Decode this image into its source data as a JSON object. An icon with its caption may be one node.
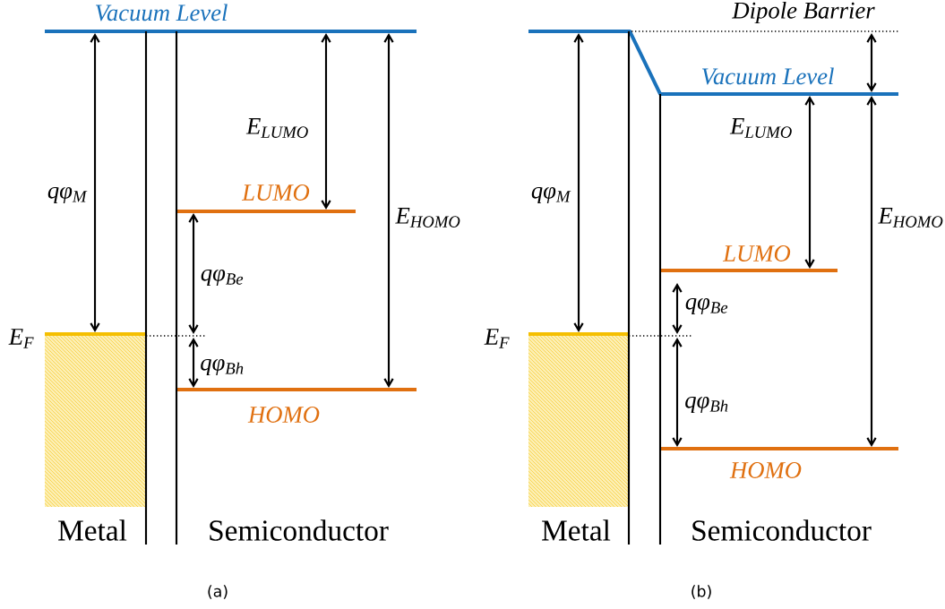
{
  "diagram": {
    "labels": [
      "Vacuum Level",
      "E$_{LUMO}$",
      "qφ$_{M}$",
      "LUMO",
      "E$_{HOMO}$",
      "qφ$_{Be}$",
      "E$_{F}$",
      "qφ$_{Bh}$",
      "HOMO",
      "Metal",
      "Semiconductor",
      "(a)",
      "Dipole Barrier",
      "Vacuum Level",
      "E$_{LUMO}$",
      "qφ$_{M}$",
      "E$_{HOMO}$",
      "LUMO",
      "qφ$_{Be}$",
      "E$_{F}$",
      "qφ$_{Bh}$",
      "HOMO",
      "Metal",
      "Semiconductor",
      "(b)"
    ]
  }
}
